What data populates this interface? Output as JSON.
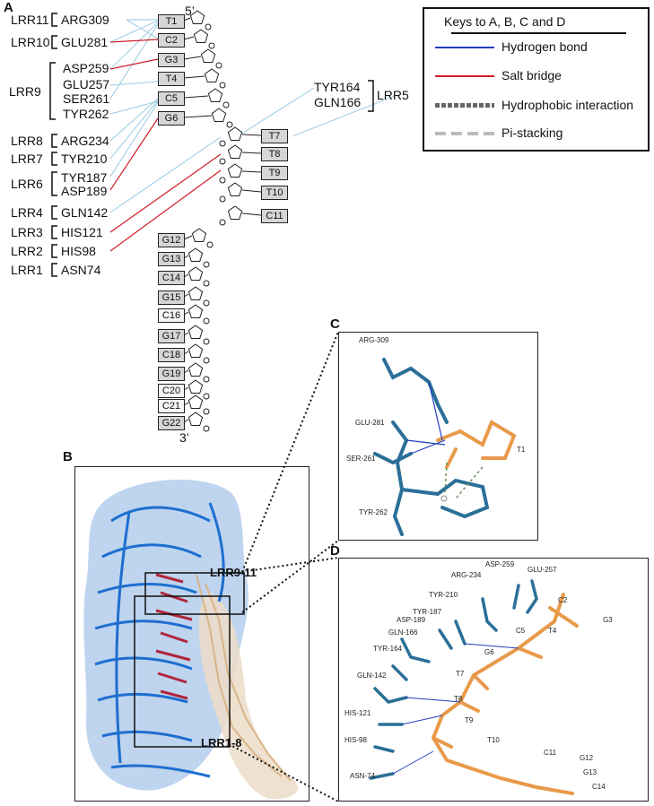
{
  "panel_a": {
    "letter": "A",
    "five_prime": "5’",
    "three_prime": "3’",
    "lrr_groups": [
      {
        "label": "LRR11",
        "residues": [
          "ARG309"
        ]
      },
      {
        "label": "LRR10",
        "residues": [
          "GLU281"
        ]
      },
      {
        "label": "LRR9",
        "residues": [
          "ASP259",
          "GLU257",
          "SER261",
          "TYR262"
        ]
      },
      {
        "label": "LRR8",
        "residues": [
          "ARG234"
        ]
      },
      {
        "label": "LRR7",
        "residues": [
          "TYR210"
        ]
      },
      {
        "label": "LRR6",
        "residues": [
          "TYR187",
          "ASP189"
        ]
      },
      {
        "label": "LRR4",
        "residues": [
          "GLN142"
        ]
      },
      {
        "label": "LRR3",
        "residues": [
          "HIS121"
        ]
      },
      {
        "label": "LRR2",
        "residues": [
          "HIS98"
        ]
      },
      {
        "label": "LRR1",
        "residues": [
          "ASN74"
        ]
      },
      {
        "label": "LRR5",
        "residues": [
          "TYR164",
          "GLN166"
        ]
      }
    ],
    "nucleotides": [
      "T1",
      "C2",
      "G3",
      "T4",
      "C5",
      "G6",
      "T7",
      "T8",
      "T9",
      "T10",
      "C11",
      "G12",
      "G13",
      "C14",
      "G15",
      "C16",
      "G17",
      "C18",
      "G19",
      "C20",
      "C21",
      "G22"
    ]
  },
  "legend": {
    "title": "Keys to A, B, C and D",
    "items": [
      {
        "label": "Hydrogen bond",
        "color": "#1f3fbf",
        "style": "solid"
      },
      {
        "label": "Salt bridge",
        "color": "#d01c2a",
        "style": "solid"
      },
      {
        "label": "Hydrophobic interaction",
        "color": "#666666",
        "style": "dotted"
      },
      {
        "label": "Pi-stacking",
        "color": "#bbbbbb",
        "style": "dashed"
      }
    ]
  },
  "panel_b": {
    "letter": "B",
    "box_labels": [
      "LRR9-11",
      "LRR1-8"
    ]
  },
  "panel_c": {
    "letter": "C",
    "labels": [
      "ARG-309",
      "GLU-281",
      "SER-261",
      "TYR-262",
      "T1"
    ]
  },
  "panel_d": {
    "letter": "D",
    "labels": [
      "ASP-259",
      "GLU-257",
      "ARG-234",
      "TYR-210",
      "TYR-187",
      "ASP-189",
      "GLN-166",
      "TYR-164",
      "GLN-142",
      "HIS-121",
      "HIS-98",
      "ASN-74",
      "C2",
      "G3",
      "T4",
      "C5",
      "G6",
      "T7",
      "T8",
      "T9",
      "T10",
      "C11",
      "G12",
      "G13",
      "C14"
    ]
  },
  "colors": {
    "hbond": "#1f3fbf",
    "salt": "#d01c2a",
    "link": "#a9d2e6",
    "protein": "#1e6fd0",
    "dna": "#e8c9a2",
    "residue": "#2b6f98",
    "nucleotide": "#e89a4a"
  }
}
